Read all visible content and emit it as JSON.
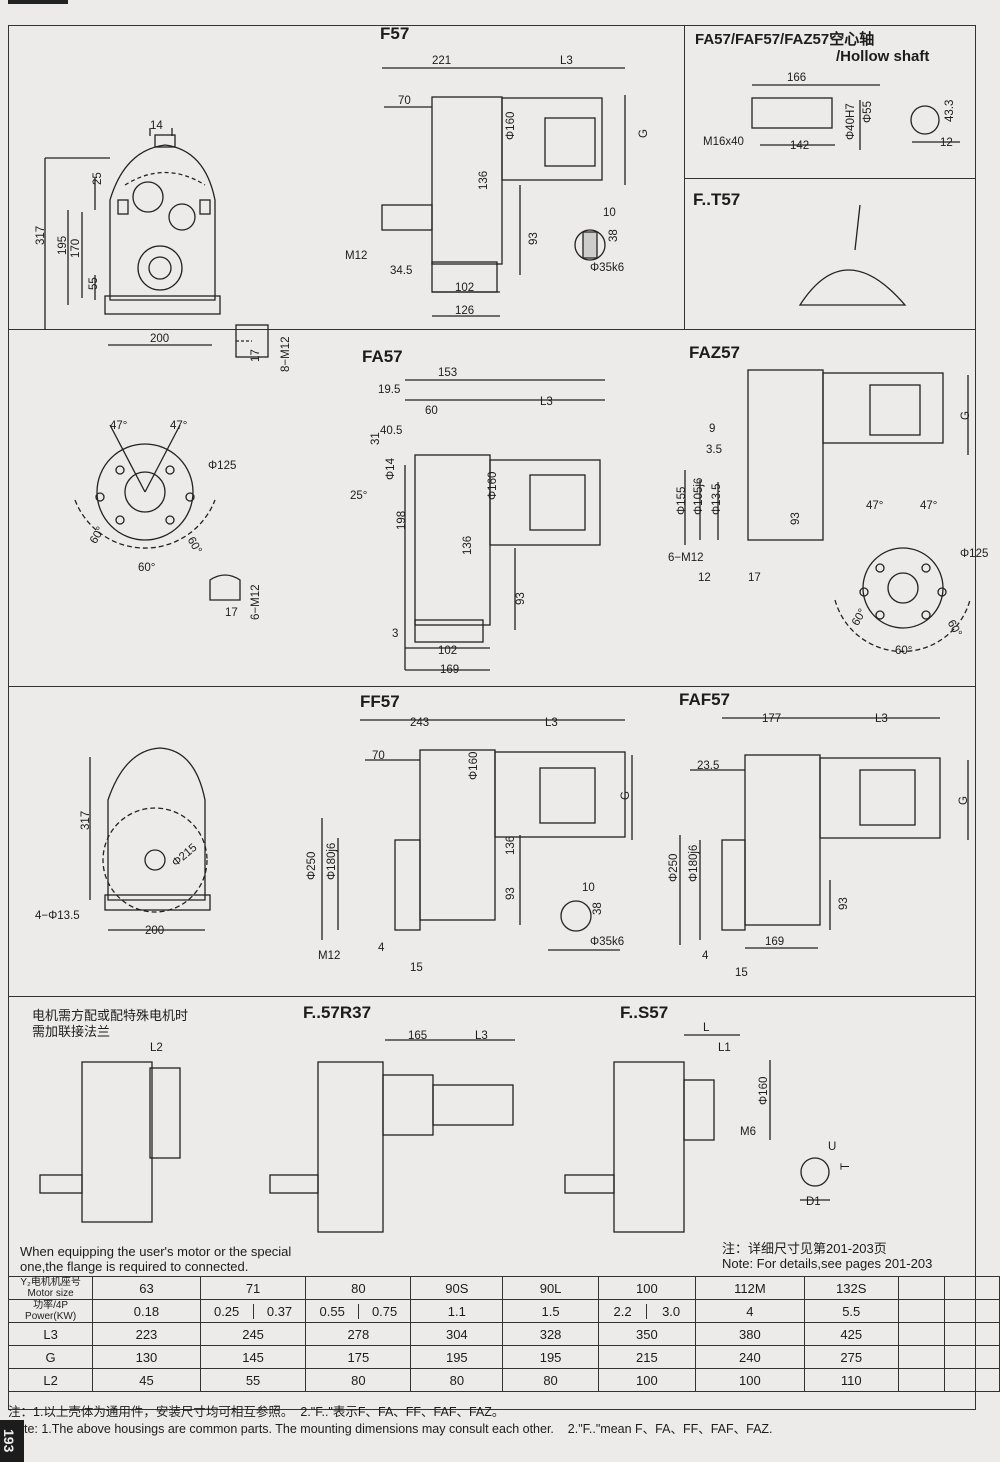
{
  "page_number": "193",
  "sections": {
    "f57": {
      "title": "F57"
    },
    "hollow": {
      "title_line1": "FA57/FAF57/FAZ57空心轴",
      "title_line2": "/Hollow shaft"
    },
    "ft57": {
      "title": "F..T57"
    },
    "fa57": {
      "title": "FA57"
    },
    "faz57": {
      "title": "FAZ57"
    },
    "ff57": {
      "title": "FF57"
    },
    "faf57": {
      "title": "FAF57"
    },
    "fr37": {
      "title": "F..57R37"
    },
    "fs57": {
      "title": "F..S57"
    }
  },
  "dims": {
    "f57": {
      "d14": "14",
      "d25": "25",
      "d317": "317",
      "d195": "195",
      "d170": "170",
      "d55": "55",
      "d200": "200",
      "d221": "221",
      "dL3": "L3",
      "d70": "70",
      "d160": "Φ160",
      "dG": "G",
      "d136": "136",
      "d93": "93",
      "dM12": "M12",
      "d345": "34.5",
      "d102": "102",
      "d126": "126",
      "d10": "10",
      "d38": "38",
      "d35k6": "Φ35k6",
      "d17": "17",
      "d8m12": "8−M12"
    },
    "hollow": {
      "d166": "166",
      "dM16": "M16x40",
      "d142": "142",
      "d40": "Φ40H7",
      "d55": "Φ55",
      "d433": "43.3",
      "d12": "12"
    },
    "fa57": {
      "d47a": "47°",
      "d47b": "47°",
      "d125": "Φ125",
      "d60a": "60°",
      "d60b": "60°",
      "d60c": "60°",
      "d17": "17",
      "d6m12": "6−M12",
      "d153": "153",
      "d195": "19.5",
      "d60": "60",
      "dL3": "L3",
      "d405": "40.5",
      "d31": "31",
      "d25": "25°",
      "d14": "Φ14",
      "d160": "Φ160",
      "d198": "198",
      "d136": "136",
      "d93": "93",
      "d3": "3",
      "d102": "102",
      "d169": "169"
    },
    "faz57": {
      "d9": "9",
      "d35": "3.5",
      "d155": "Φ155",
      "d105": "Φ105j6",
      "d135": "Φ13.5",
      "dG": "G",
      "d93": "93",
      "d6m12": "6−M12",
      "d12": "12",
      "d17": "17",
      "d47a": "47°",
      "d47b": "47°",
      "d125": "Φ125",
      "d60a": "60°",
      "d60b": "60°",
      "d60c": "60°"
    },
    "ff57": {
      "d317": "317",
      "d215": "Φ215",
      "d4m": "4−Φ13.5",
      "d200": "200",
      "d243": "243",
      "dL3": "L3",
      "d70": "70",
      "d160": "Φ160",
      "dG": "G",
      "d250": "Φ250",
      "d180": "Φ180j6",
      "d136": "136",
      "d93": "93",
      "dM12": "M12",
      "d4": "4",
      "d15": "15",
      "d10": "10",
      "d38": "38",
      "d35k6": "Φ35k6"
    },
    "faf57": {
      "d177": "177",
      "dL3": "L3",
      "d235": "23.5",
      "dG": "G",
      "d250": "Φ250",
      "d180": "Φ180j6",
      "d93": "93",
      "d169": "169",
      "d4": "4",
      "d15": "15"
    },
    "fr37": {
      "dL2": "L2",
      "d165": "165",
      "dL3": "L3"
    },
    "fs57": {
      "dL": "L",
      "dL1": "L1",
      "d160": "Φ160",
      "dM6": "M6",
      "dU": "U",
      "dT": "T",
      "dD1": "D1"
    }
  },
  "captions": {
    "flange_cn_1": "电机需方配或配特殊电机时",
    "flange_cn_2": "需加联接法兰",
    "flange_en_1": "When equipping the user's motor or the special",
    "flange_en_2": "one,the flange is required to connected.",
    "pages_cn": "注：详细尺寸见第201-203页",
    "pages_en": "Note: For details,see pages 201-203"
  },
  "table": {
    "row_headers": {
      "motor_size_cn": "Y₂电机机座号",
      "motor_size_en": "Motor size",
      "power_cn": "功率/4P",
      "power_en": "Power(KW)",
      "l3": "L3",
      "g": "G",
      "l2": "L2"
    },
    "motor_size": [
      "63",
      "71",
      "80",
      "90S",
      "90L",
      "100",
      "112M",
      "132S"
    ],
    "power": [
      [
        "0.18"
      ],
      [
        "0.25",
        "0.37"
      ],
      [
        "0.55",
        "0.75"
      ],
      [
        "1.1"
      ],
      [
        "1.5"
      ],
      [
        "2.2",
        "3.0"
      ],
      [
        "4"
      ],
      [
        "5.5"
      ]
    ],
    "l3": [
      "223",
      "245",
      "278",
      "304",
      "328",
      "350",
      "380",
      "425"
    ],
    "g": [
      "130",
      "145",
      "175",
      "195",
      "195",
      "215",
      "240",
      "275"
    ],
    "l2": [
      "45",
      "55",
      "80",
      "80",
      "80",
      "100",
      "100",
      "110"
    ]
  },
  "notes": {
    "cn": "注：1.以上壳体为通用件，安装尺寸均可相互参照。  2.\"F..\"表示F、FA、FF、FAF、FAZ。",
    "en": "Note: 1.The above housings are common parts. The mounting dimensions may consult each other.    2.\"F..\"mean F、FA、FF、FAF、FAZ."
  }
}
